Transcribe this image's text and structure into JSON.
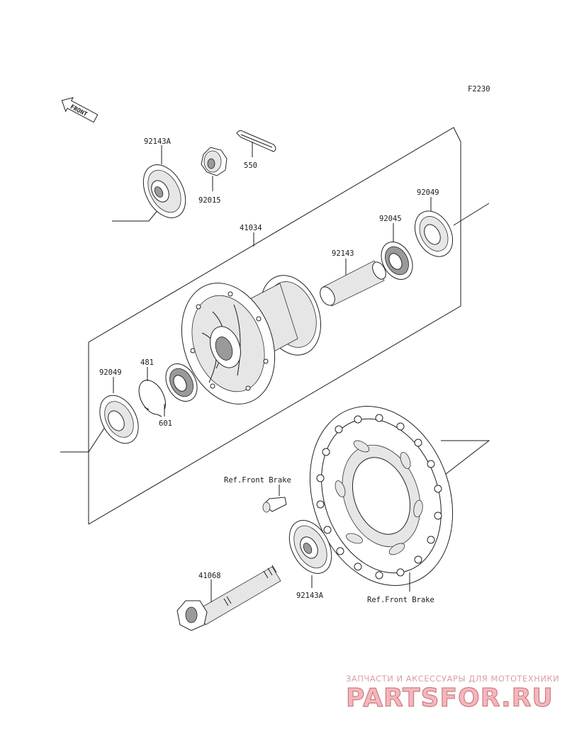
{
  "diagram_code": "F2230",
  "front_arrow_label": "FRONT",
  "parts": {
    "p92143A_top": "92143A",
    "p92015": "92015",
    "p550": "550",
    "p92049_right": "92049",
    "p92045": "92045",
    "p41034": "41034",
    "p92143": "92143",
    "p92049_left": "92049",
    "p481": "481",
    "p601": "601",
    "ref_brake_left": "Ref.Front Brake",
    "p41068": "41068",
    "p92143A_bottom": "92143A",
    "ref_brake_right": "Ref.Front Brake"
  },
  "watermark": {
    "tagline": "ЗАПЧАСТИ И АКСЕССУАРЫ ДЛЯ МОТОТЕХНИКИ",
    "logo": "PARTSFOR.RU"
  }
}
